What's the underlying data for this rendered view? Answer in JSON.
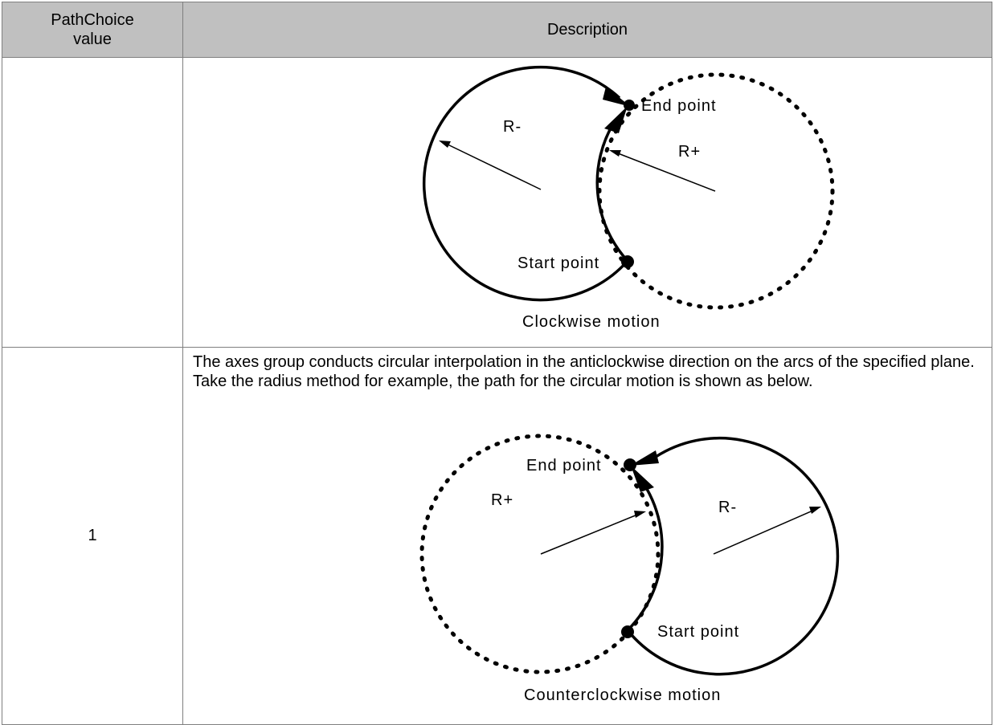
{
  "table": {
    "headers": {
      "col1": "PathChoice value",
      "col2": "Description"
    },
    "rows": [
      {
        "value": "",
        "diagram": {
          "end_label": "End point",
          "start_label": "Start point",
          "r_minus": "R-",
          "r_plus": "R+",
          "caption": "Clockwise motion"
        }
      },
      {
        "value": "1",
        "text": "The axes group conducts circular interpolation in the anticlockwise direction on the arcs of the specified plane. Take the radius method for example, the path for the circular motion is shown as below.",
        "diagram": {
          "end_label": "End point",
          "start_label": "Start point",
          "r_minus": "R-",
          "r_plus": "R+",
          "caption": "Counterclockwise motion"
        }
      }
    ]
  }
}
